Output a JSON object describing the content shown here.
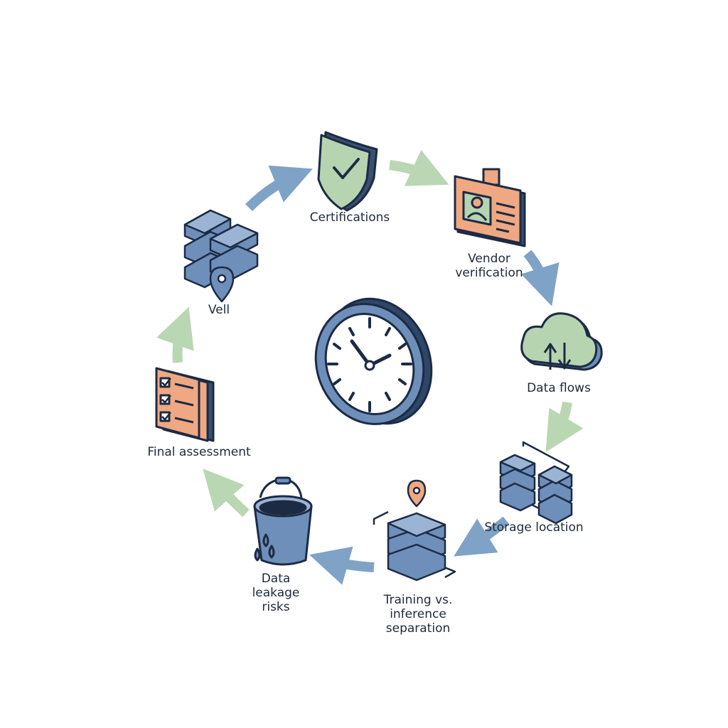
{
  "colors": {
    "outline": "#1c2b44",
    "blue": "#6e8fba",
    "blue_light": "#9bb4d6",
    "green": "#b7d4b0",
    "orange": "#f0a882",
    "arrow_blue": "#7fa3c6",
    "arrow_green": "#b9d7b2"
  },
  "center_icon": "clock-icon",
  "steps": [
    {
      "icon": "shield-check-icon",
      "lines": [
        "Certifications"
      ]
    },
    {
      "icon": "id-badge-icon",
      "lines": [
        "Vendor",
        "verification"
      ]
    },
    {
      "icon": "cloud-sync-icon",
      "lines": [
        "Data flows"
      ]
    },
    {
      "icon": "server-stacks-icon",
      "lines": [
        "Storage location"
      ]
    },
    {
      "icon": "server-pin-icon",
      "lines": [
        "Training vs.",
        "inference",
        "separation"
      ]
    },
    {
      "icon": "leaking-bucket-icon",
      "lines": [
        "Data",
        "leakage",
        "risks"
      ]
    },
    {
      "icon": "checklist-icon",
      "lines": [
        "Final assessment"
      ]
    },
    {
      "icon": "server-location-icon",
      "lines": [
        "Vell"
      ]
    }
  ]
}
